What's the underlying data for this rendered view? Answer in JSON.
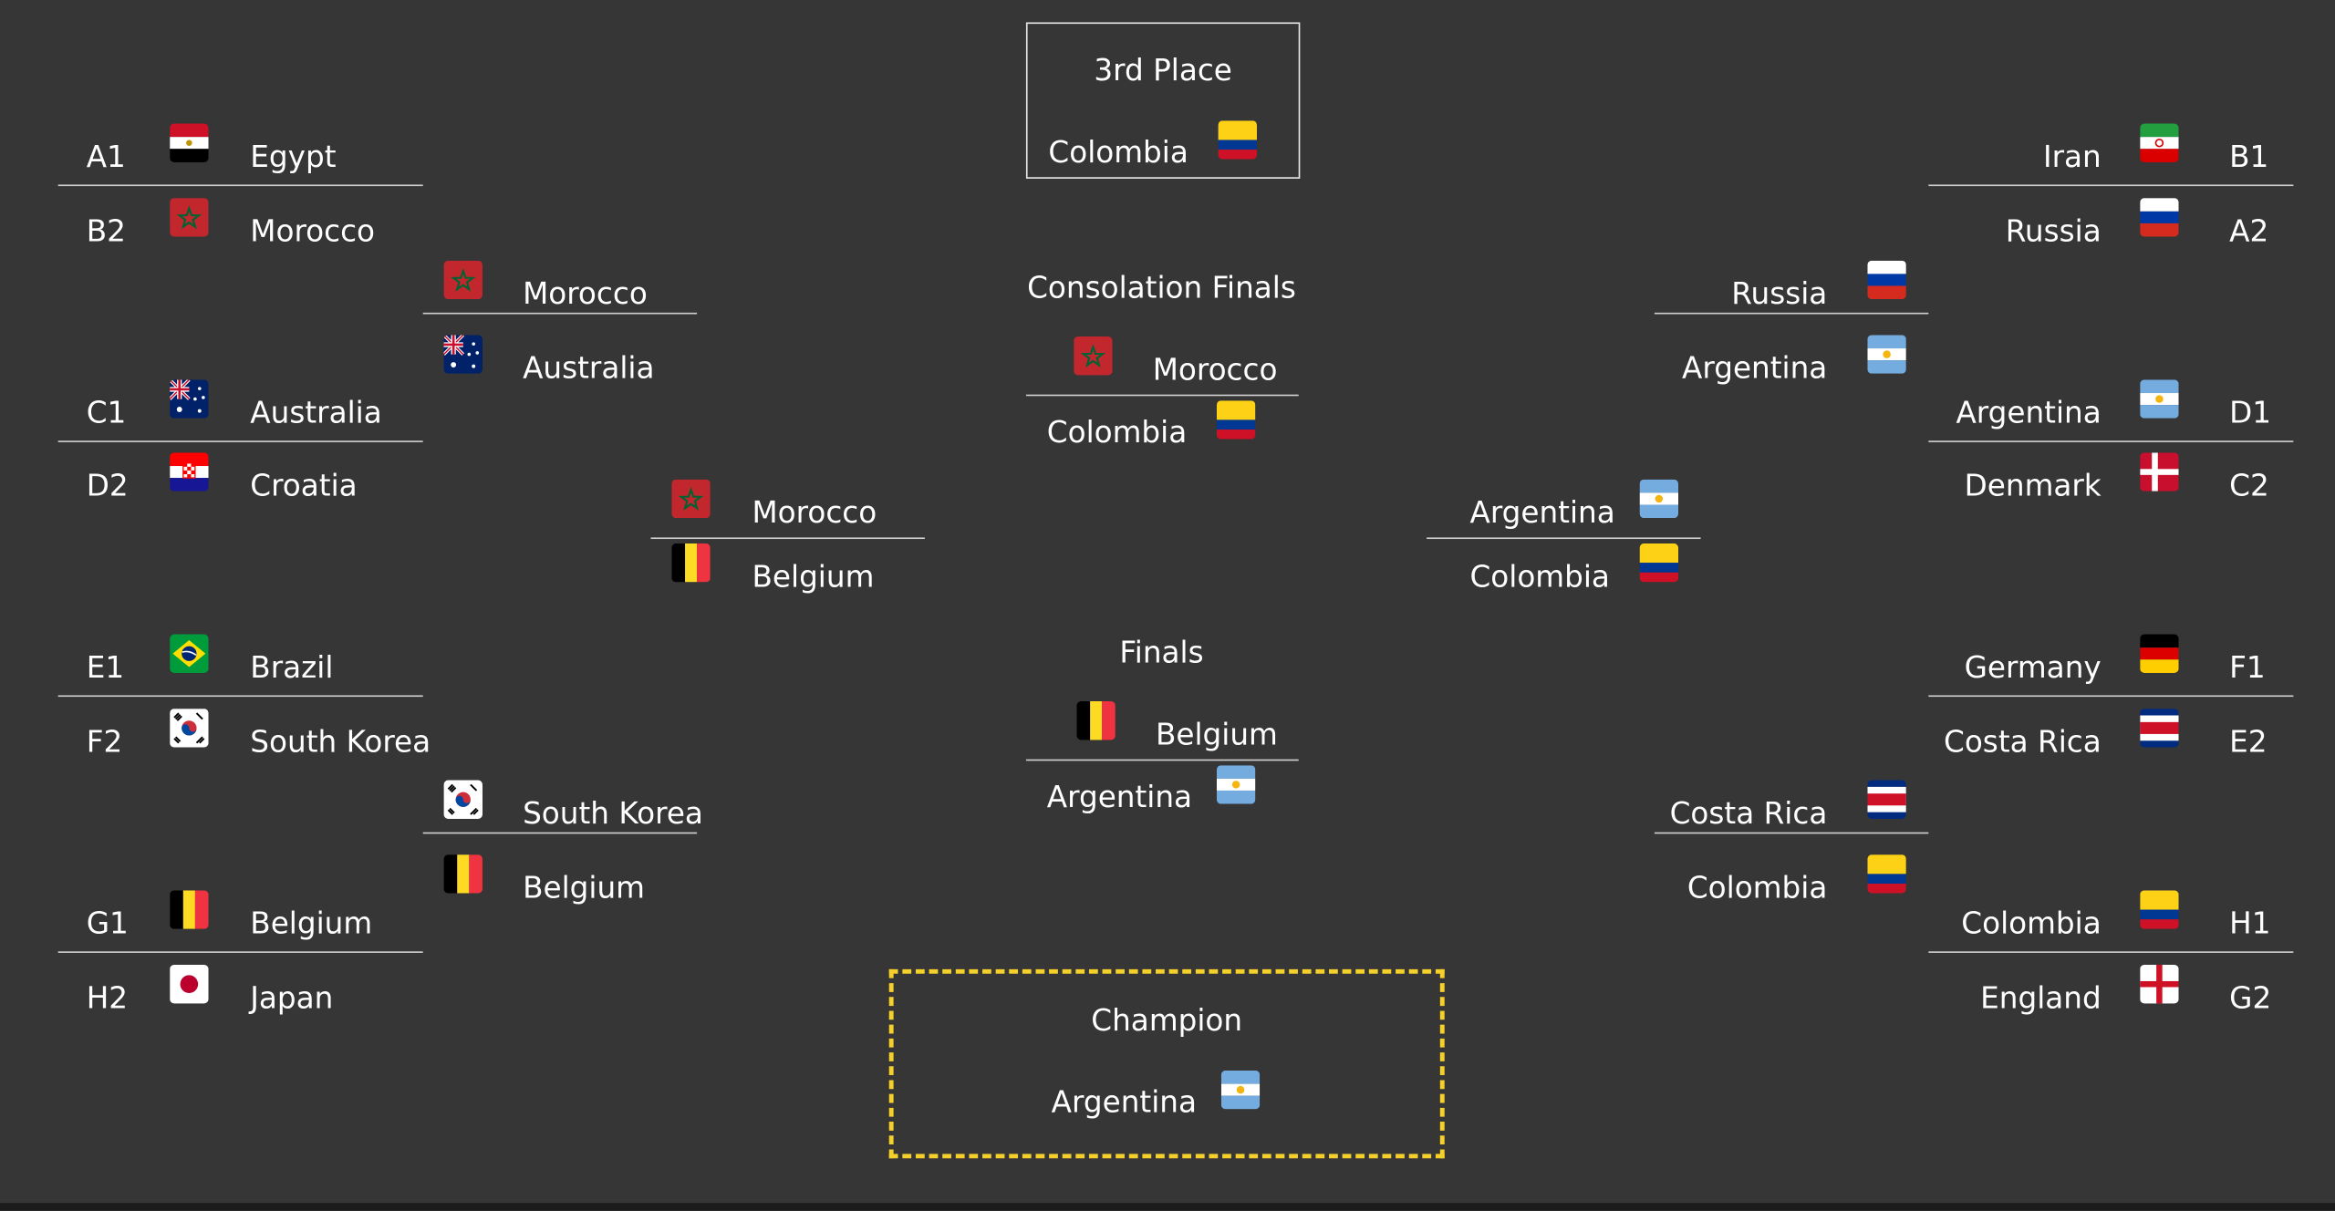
{
  "third_place": {
    "title": "3rd Place",
    "team": "Colombia",
    "flag": "colombia"
  },
  "consolation": {
    "title": "Consolation Finals",
    "team_a": "Morocco",
    "flag_a": "morocco",
    "team_b": "Colombia",
    "flag_b": "colombia"
  },
  "finals": {
    "title": "Finals",
    "team_a": "Belgium",
    "flag_a": "belgium",
    "team_b": "Argentina",
    "flag_b": "argentina"
  },
  "champion": {
    "title": "Champion",
    "team": "Argentina",
    "flag": "argentina",
    "border_color": "#f5cf2a"
  },
  "left": {
    "r16": [
      {
        "seed": "A1",
        "team": "Egypt",
        "flag": "egypt"
      },
      {
        "seed": "B2",
        "team": "Morocco",
        "flag": "morocco"
      },
      {
        "seed": "C1",
        "team": "Australia",
        "flag": "australia"
      },
      {
        "seed": "D2",
        "team": "Croatia",
        "flag": "croatia"
      },
      {
        "seed": "E1",
        "team": "Brazil",
        "flag": "brazil"
      },
      {
        "seed": "F2",
        "team": "South Korea",
        "flag": "south-korea"
      },
      {
        "seed": "G1",
        "team": "Belgium",
        "flag": "belgium"
      },
      {
        "seed": "H2",
        "team": "Japan",
        "flag": "japan"
      }
    ],
    "qf": [
      {
        "team": "Morocco",
        "flag": "morocco"
      },
      {
        "team": "Australia",
        "flag": "australia"
      },
      {
        "team": "South Korea",
        "flag": "south-korea"
      },
      {
        "team": "Belgium",
        "flag": "belgium"
      }
    ],
    "sf": [
      {
        "team": "Morocco",
        "flag": "morocco"
      },
      {
        "team": "Belgium",
        "flag": "belgium"
      }
    ]
  },
  "right": {
    "r16": [
      {
        "seed": "B1",
        "team": "Iran",
        "flag": "iran"
      },
      {
        "seed": "A2",
        "team": "Russia",
        "flag": "russia"
      },
      {
        "seed": "D1",
        "team": "Argentina",
        "flag": "argentina"
      },
      {
        "seed": "C2",
        "team": "Denmark",
        "flag": "denmark"
      },
      {
        "seed": "F1",
        "team": "Germany",
        "flag": "germany"
      },
      {
        "seed": "E2",
        "team": "Costa Rica",
        "flag": "costa-rica"
      },
      {
        "seed": "H1",
        "team": "Colombia",
        "flag": "colombia"
      },
      {
        "seed": "G2",
        "team": "England",
        "flag": "england"
      }
    ],
    "qf": [
      {
        "team": "Russia",
        "flag": "russia"
      },
      {
        "team": "Argentina",
        "flag": "argentina"
      },
      {
        "team": "Costa Rica",
        "flag": "costa-rica"
      },
      {
        "team": "Colombia",
        "flag": "colombia"
      }
    ],
    "sf": [
      {
        "team": "Argentina",
        "flag": "argentina"
      },
      {
        "team": "Colombia",
        "flag": "colombia"
      }
    ]
  }
}
